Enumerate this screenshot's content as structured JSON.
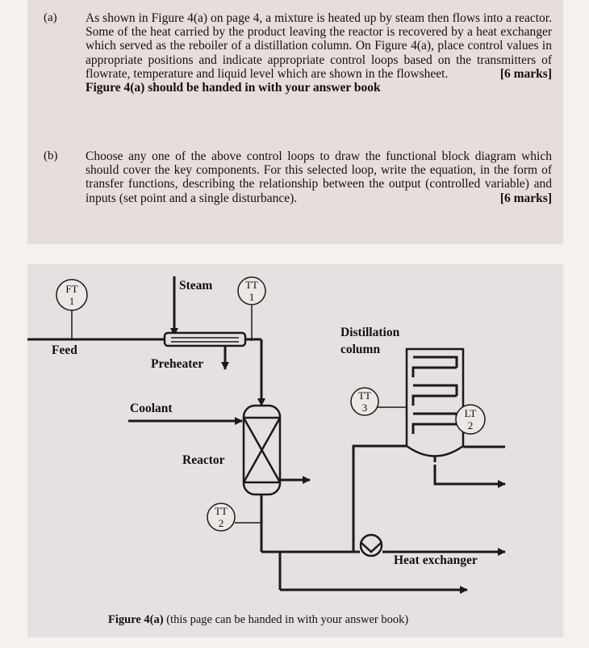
{
  "question_a": {
    "label": "(a)",
    "text": "As shown in Figure 4(a) on page 4, a mixture is heated up by steam then flows into a reactor. Some of the heat carried by the product leaving the reactor is recovered by a heat exchanger which served as the reboiler of a distillation column. On Figure 4(a), place control values in appropriate positions and indicate appropriate control loops based on the transmitters of flowrate, temperature and liquid level which are shown in the flowsheet.",
    "marks": "[6 marks]",
    "note": "Figure 4(a) should be handed in with your answer book"
  },
  "question_b": {
    "label": "(b)",
    "text": "Choose any one of the above control loops to draw the functional block diagram which should cover the key components. For this selected loop, write the equation, in the form of transfer functions, describing the relationship between the output (controlled variable) and inputs (set point and a single disturbance).",
    "marks": "[6 marks]"
  },
  "figure": {
    "labels": {
      "steam": "Steam",
      "feed": "Feed",
      "preheater": "Preheater",
      "coolant": "Coolant",
      "reactor": "Reactor",
      "distillation": "Distillation",
      "column": "column",
      "heat_exchanger": "Heat exchanger"
    },
    "instruments": {
      "ft1_top": "FT",
      "ft1_bottom": "1",
      "tt1_top": "TT",
      "tt1_bottom": "1",
      "tt3_top": "TT",
      "tt3_bottom": "3",
      "lt2_top": "LT",
      "lt2_bottom": "2",
      "tt2_top": "TT",
      "tt2_bottom": "2"
    },
    "caption_bold": "Figure 4(a)",
    "caption_rest": " (this page can be handed in with your answer book)"
  }
}
